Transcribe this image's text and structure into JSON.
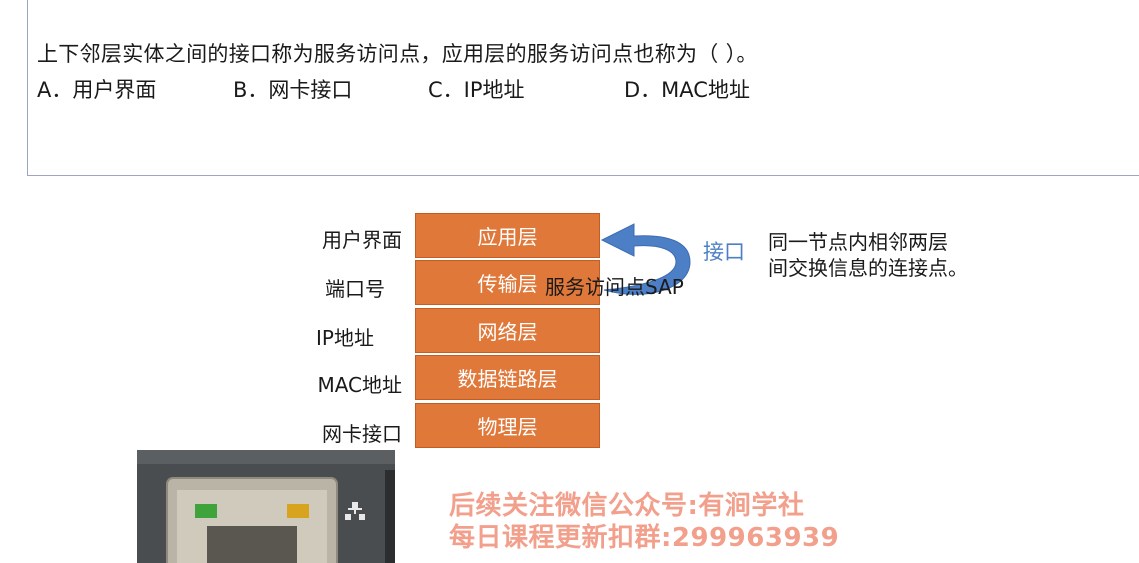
{
  "question": {
    "text": "上下邻层实体之间的接口称为服务访问点，应用层的服务访问点也称为（        ）。",
    "options": [
      "A．用户界面",
      "B．网卡接口",
      "C．IP地址",
      "D．MAC地址"
    ]
  },
  "diagram": {
    "rows": [
      {
        "label": "用户界面",
        "layer": "应用层"
      },
      {
        "label": "端口号",
        "layer": "传输层"
      },
      {
        "label": "IP地址",
        "layer": "网络层"
      },
      {
        "label": "MAC地址",
        "layer": "数据链路层"
      },
      {
        "label": "网卡接口",
        "layer": "物理层"
      }
    ],
    "sap_label": "服务访问点SAP",
    "interface_label": "接口",
    "description": [
      "同一节点内相邻两层",
      "间交换信息的连接点。"
    ]
  },
  "watermark": [
    "后续关注微信公众号:有涧学社",
    "每日课程更新扣群:299963939"
  ],
  "colors": {
    "layer_fill": "#e0783a",
    "arrow": "#4d7fc6",
    "watermark": "#f2a08c"
  }
}
